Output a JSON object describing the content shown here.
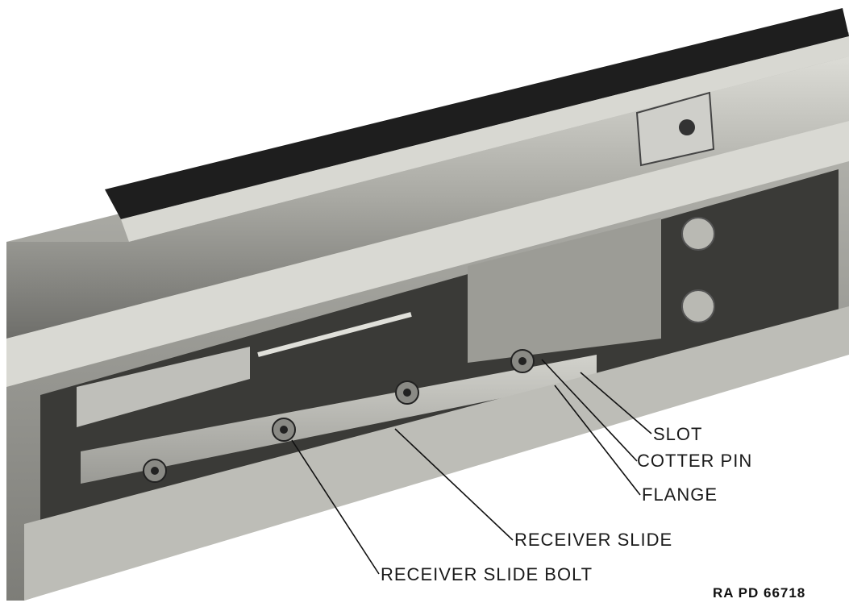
{
  "callouts": {
    "slot": "SLOT",
    "cotter_pin": "COTTER PIN",
    "flange": "FLANGE",
    "receiver_slide": "RECEIVER SLIDE",
    "receiver_slide_bolt": "RECEIVER SLIDE BOLT"
  },
  "figure_code": "RA PD 66718",
  "colors": {
    "background": "#ffffff",
    "metal_dark": "#2b2b2b",
    "metal_mid": "#8c8c88",
    "metal_light": "#c9c9c4",
    "label_text": "#1a1a1a"
  }
}
